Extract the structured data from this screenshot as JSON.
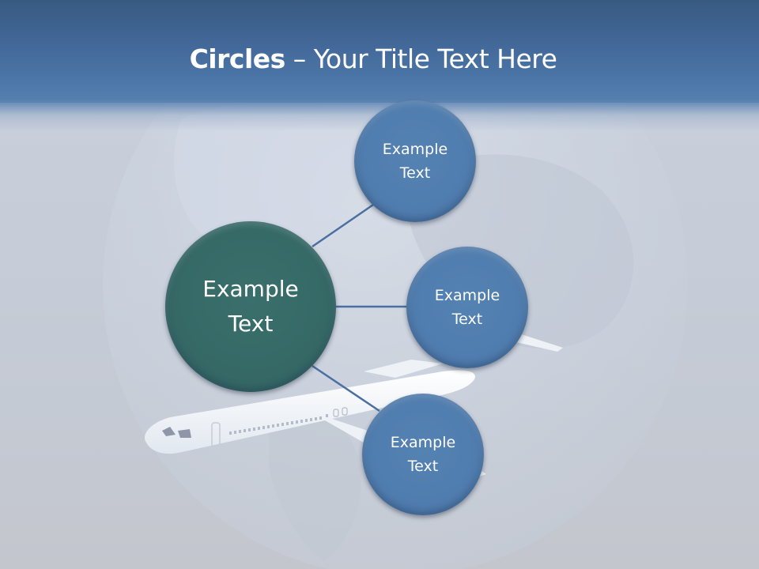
{
  "slide": {
    "title_bold": "Circles",
    "title_rest": " – Your Title Text Here"
  },
  "diagram": {
    "center": {
      "line1": "Example",
      "line2": "Text"
    },
    "satellites": [
      {
        "line1": "Example",
        "line2": "Text"
      },
      {
        "line1": "Example",
        "line2": "Text"
      },
      {
        "line1": "Example",
        "line2": "Text"
      }
    ]
  },
  "colors": {
    "header": "#4c77a8",
    "center_circle": "#356865",
    "satellite_circle": "#4f7cae",
    "connector": "#4a6fa0"
  }
}
